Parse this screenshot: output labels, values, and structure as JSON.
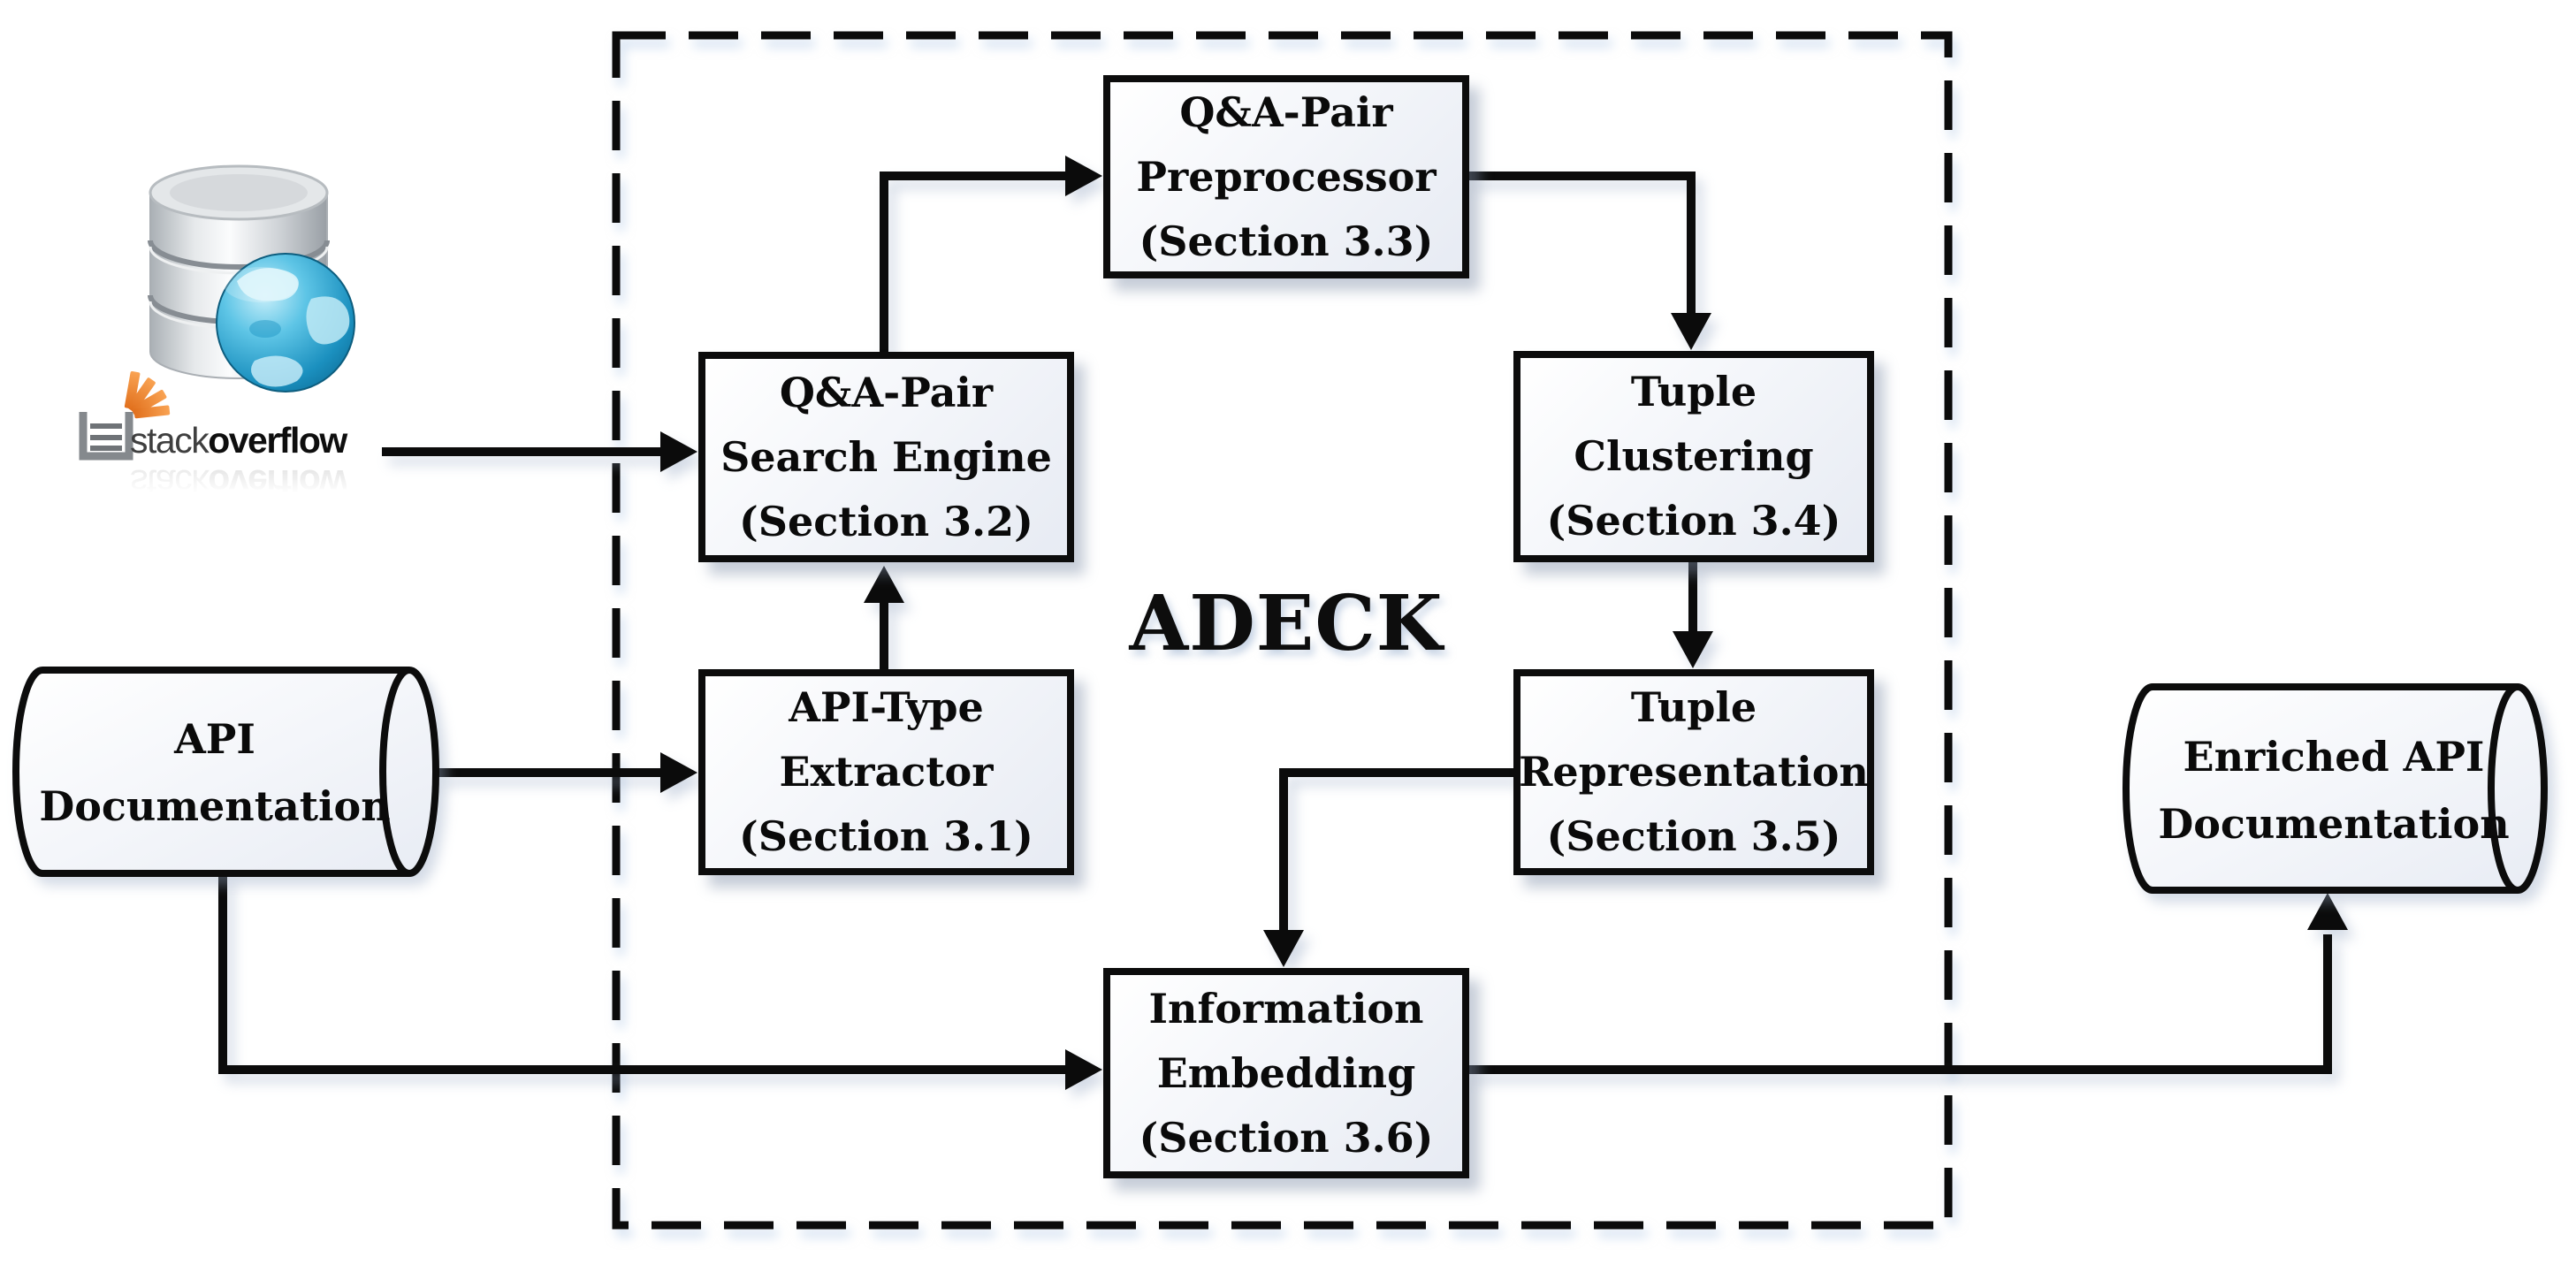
{
  "figure": {
    "framework_label": "ADECK",
    "stackoverflow_logo": {
      "stack": "stack",
      "overflow": "overflow"
    },
    "input_store": {
      "line1": "API",
      "line2": "Documentation"
    },
    "output_store": {
      "line1": "Enriched API",
      "line2": "Documentation"
    },
    "components": [
      {
        "id": "qa-pair-preprocessor",
        "line1": "Q&A-Pair",
        "line2": "Preprocessor",
        "section": "(Section 3.3)"
      },
      {
        "id": "qa-pair-search-engine",
        "line1": "Q&A-Pair",
        "line2": "Search Engine",
        "section": "(Section 3.2)"
      },
      {
        "id": "api-type-extractor",
        "line1": "API-Type",
        "line2": "Extractor",
        "section": "(Section 3.1)"
      },
      {
        "id": "tuple-clustering",
        "line1": "Tuple",
        "line2": "Clustering",
        "section": "(Section 3.4)"
      },
      {
        "id": "tuple-representation",
        "line1": "Tuple",
        "line2": "Representation",
        "section": "(Section 3.5)"
      },
      {
        "id": "information-embedding",
        "line1": "Information",
        "line2": "Embedding",
        "section": "(Section 3.6)"
      }
    ],
    "colors": {
      "stroke": "#0c0c0c",
      "stackoverflow_orange": "#f48024",
      "globe_blue": "#1d92c1"
    }
  }
}
